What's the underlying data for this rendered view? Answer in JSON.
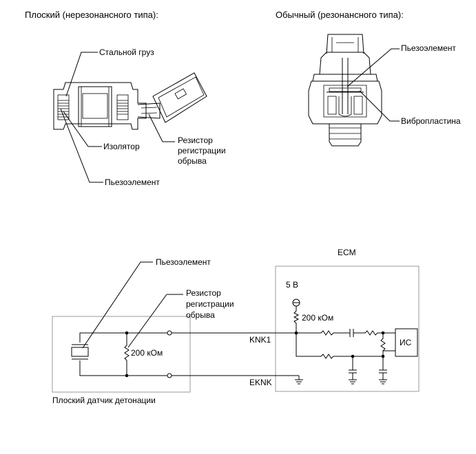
{
  "flat_sensor": {
    "title": "Плоский (нерезонансного типа):",
    "labels": {
      "steel_weight": "Стальной груз",
      "insulator": "Изолятор",
      "piezo": "Пьезоэлемент",
      "resistor_line1": "Резистор",
      "resistor_line2": "регистрации",
      "resistor_line3": "обрыва"
    }
  },
  "resonant_sensor": {
    "title": "Обычный (резонансного типа):",
    "labels": {
      "piezo": "Пьезоэлемент",
      "vibration_plate": "Вибропластина"
    }
  },
  "circuit": {
    "ecm_label": "ECM",
    "piezo_label": "Пьезоэлемент",
    "resistor_line1": "Резистор",
    "resistor_line2": "регистрации",
    "resistor_line3": "обрыва",
    "sensor_resistor": "200 кОм",
    "voltage": "5 В",
    "ecm_resistor": "200 кОм",
    "knk1": "KNK1",
    "eknk": "EKNK",
    "ic": "ИС",
    "sensor_caption": "Плоский датчик детонации"
  }
}
